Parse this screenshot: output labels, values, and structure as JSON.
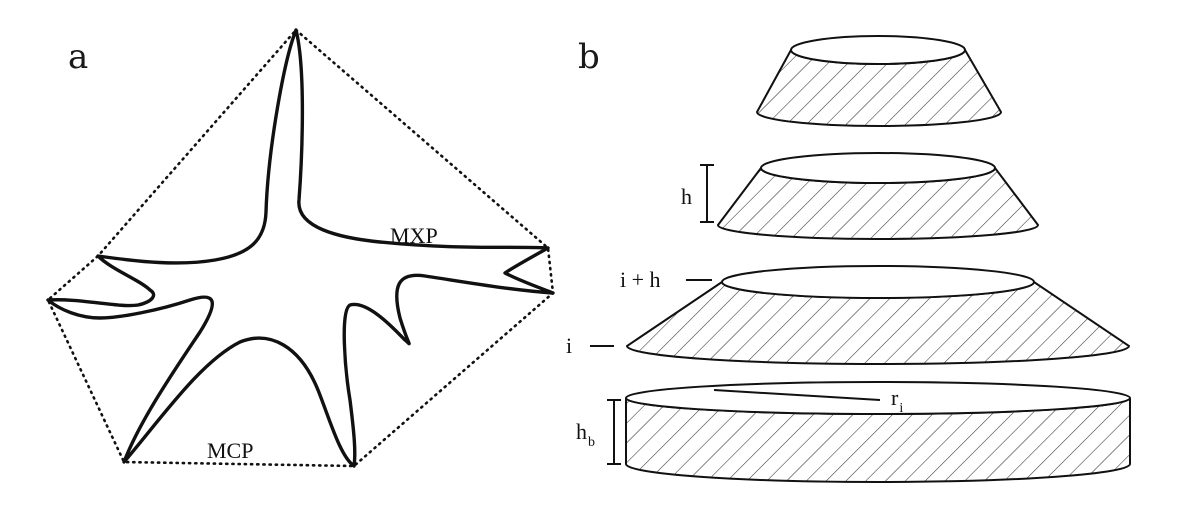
{
  "panels": {
    "a": {
      "letter": "a",
      "max_perimeter_label": "MXP",
      "min_perimeter_label": "MCP"
    },
    "b": {
      "letter": "b",
      "height_label": "h",
      "upper_index_label": "i + h",
      "lower_index_label": "i",
      "radius_label": "r",
      "radius_subscript": "i",
      "base_height_label": "h",
      "base_height_subscript": "b"
    }
  },
  "colors": {
    "ink": "#111111",
    "background": "#ffffff"
  }
}
